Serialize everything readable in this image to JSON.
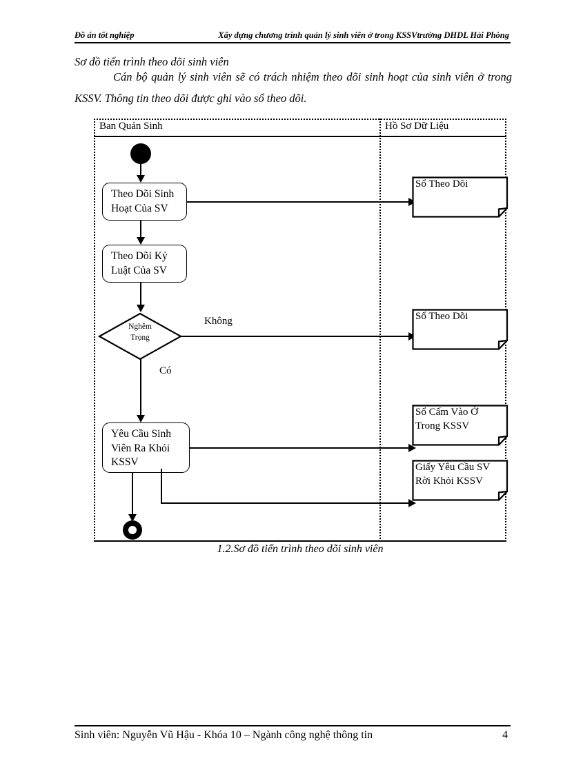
{
  "header": {
    "left": "Đồ án tốt nghiệp",
    "right": "Xây dựng chương trình quản lý sinh viên ở trong KSSVtrường DHDL Hải Phòng"
  },
  "content": {
    "section_title": "Sơ đồ tiến trình theo dõi sinh viên",
    "paragraph": "Cán bộ quản lý sinh viên sẽ có trách nhiệm theo dõi sinh hoạt của sinh viên ở trong KSSV. Thông tin theo dõi được ghi vào sổ theo dõi."
  },
  "diagram": {
    "lanes": [
      {
        "title": "Ban Quản Sinh"
      },
      {
        "title": "Hồ Sơ Dữ Liệu"
      }
    ],
    "nodes": {
      "start": "start-node",
      "end": "end-node",
      "process_1": "Theo Dõi Sinh Hoạt Của SV",
      "process_2": "Theo Dõi Kỷ Luật Của SV",
      "decision_1_line1": "Nghêm",
      "decision_1_line2": "Trọng",
      "process_3": "Yêu Cầu Sinh Viên Ra Khỏi KSSV"
    },
    "data_objects": {
      "doc_1": "Sổ Theo Dõi",
      "doc_2": "Sổ Theo Dõi",
      "doc_3_line1": "Sổ Cấm Vào Ở",
      "doc_3_line2": "Trong KSSV",
      "doc_4_line1": "Giấy Yêu Cầu SV",
      "doc_4_line2": "Rời Khỏi KSSV"
    },
    "edge_labels": {
      "no": "Không",
      "yes": "Có"
    },
    "caption": "1.2.Sơ đồ tiến trình theo dõi sinh viên"
  },
  "footer": {
    "left": "Sinh viên: Nguyễn Vũ Hậu - Khóa 10 – Ngành công nghệ thông tin",
    "page_number": "4"
  },
  "colors": {
    "ink": "#000000",
    "paper": "#ffffff"
  }
}
